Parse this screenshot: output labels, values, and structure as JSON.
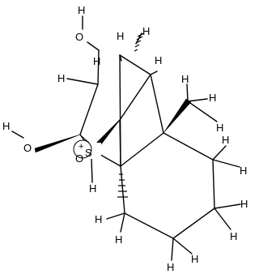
{
  "molecule": {
    "atoms": {
      "H": "H",
      "O": "O",
      "S": "S"
    },
    "charge_glyph": "+"
  }
}
